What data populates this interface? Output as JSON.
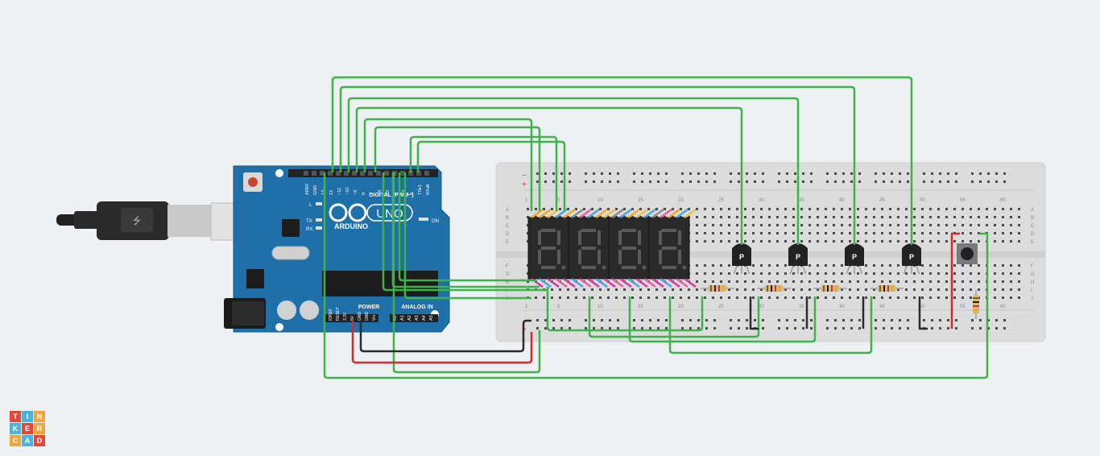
{
  "arduino": {
    "brand": "ARDUINO",
    "model": "UNO",
    "digital_label": "DIGITAL (PWM~)",
    "power_label": "POWER",
    "analog_label": "ANALOG IN",
    "on_label": "ON",
    "l_label": "L",
    "tx_label": "TX",
    "rx_label": "RX",
    "top_pins": [
      "AREF",
      "GND",
      "13",
      "12",
      "~11",
      "~10",
      "~9",
      "8",
      "7",
      "~6",
      "~5",
      "4",
      "~3",
      "2",
      "TX▸1",
      "RX◂0"
    ],
    "power_pins": [
      "IOREF",
      "RESET",
      "3.3V",
      "5V",
      "GND",
      "GND",
      "Vin"
    ],
    "analog_pins": [
      "A0",
      "A1",
      "A2",
      "A3",
      "A4",
      "A5"
    ]
  },
  "breadboard": {
    "column_labels": [
      "1",
      "5",
      "10",
      "15",
      "20",
      "25",
      "30",
      "35",
      "40",
      "45",
      "50",
      "55",
      "60"
    ],
    "row_labels_top": [
      "A",
      "B",
      "C",
      "D",
      "E"
    ],
    "row_labels_bottom": [
      "F",
      "G",
      "H",
      "I",
      "J"
    ],
    "rail_plus": "+",
    "rail_minus": "−"
  },
  "transistors": {
    "label": "P"
  },
  "display": {
    "digits": 4
  },
  "tinkercad_logo": {
    "letters": [
      "T",
      "I",
      "N",
      "K",
      "E",
      "R",
      "C",
      "A",
      "D"
    ],
    "colors": [
      "#e2473a",
      "#4cb2d9",
      "#eba73d",
      "#4cb2d9",
      "#e2473a",
      "#eba73d",
      "#eba73d",
      "#4cb2d9",
      "#e2473a"
    ]
  },
  "colors": {
    "board": "#1f6fa8",
    "wire_green": "#3fb24a",
    "wire_red": "#d92a2a",
    "wire_black": "#2b2b2b",
    "breadboard": "#dcdcdc"
  }
}
